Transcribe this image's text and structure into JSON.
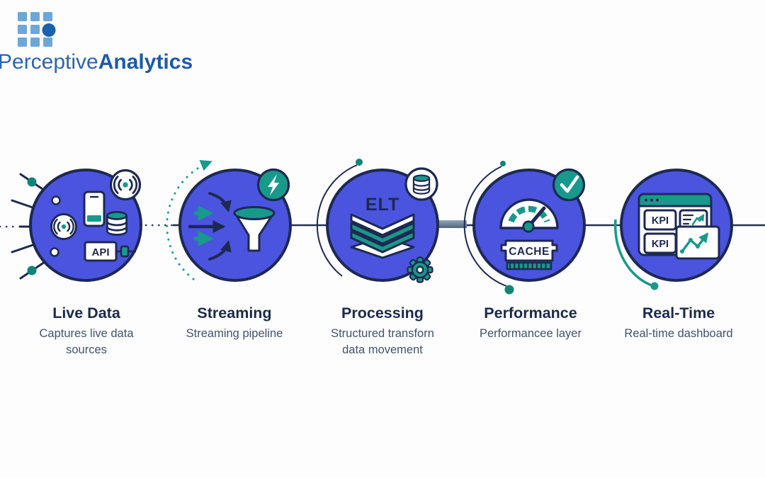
{
  "brand": {
    "name_regular": "Perceptive",
    "name_bold": "Analytics"
  },
  "colors": {
    "circle_fill": "#4a54de",
    "outline_navy": "#1d2951",
    "teal": "#18998b",
    "teal_dark": "#108577",
    "title_navy": "#1b2a4a",
    "subtitle_gray": "#44526a",
    "logo_light_blue": "#6ea6d9",
    "logo_dark_blue": "#1a61ae",
    "logo_text_blue": "#2d64b0",
    "slate_connector": "#5e7184"
  },
  "stages": [
    {
      "title": "Live Data",
      "subtitle_lines": [
        "Captures live data",
        "sources"
      ],
      "icon_label": "API",
      "icons": [
        "signal-icon",
        "smartphone-icon",
        "database-icon",
        "api-plug-icon",
        "source-dots"
      ],
      "badge": "signal-badge"
    },
    {
      "title": "Streaming",
      "subtitle_lines": [
        "Streaming pipeline"
      ],
      "icons": [
        "flow-arrows-icon",
        "funnel-icon",
        "dotted-arc-arrow"
      ],
      "badge": "lightning-badge"
    },
    {
      "title": "Processing",
      "subtitle_lines": [
        "Structured transforn",
        "data movement"
      ],
      "icon_label": "ELT",
      "icons": [
        "layer-stack-icon",
        "gear-icon"
      ],
      "badge": "database-badge"
    },
    {
      "title": "Performance",
      "subtitle_lines": [
        "Performancee layer"
      ],
      "icon_label": "CACHE",
      "icons": [
        "speedometer-icon",
        "cache-chip-icon"
      ],
      "badge": "check-badge"
    },
    {
      "title": "Real-Time",
      "subtitle_lines": [
        "Real-time dashboard"
      ],
      "kpi_labels": [
        "KPI",
        "KPI"
      ],
      "icons": [
        "dashboard-window-icon",
        "mini-report-icon",
        "trend-chart-icon",
        "swoosh-arc"
      ],
      "badge": null
    }
  ]
}
